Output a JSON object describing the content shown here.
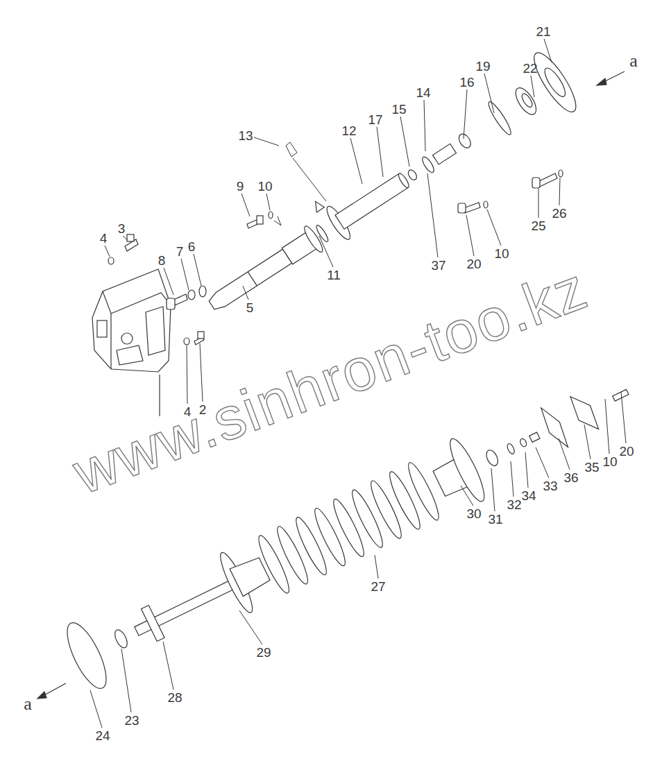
{
  "diagram": {
    "labels": [
      "21",
      "a",
      "22",
      "19",
      "16",
      "14",
      "15",
      "17",
      "12",
      "13",
      "9",
      "10",
      "25",
      "26",
      "20",
      "10",
      "37",
      "11",
      "4",
      "3",
      "8",
      "7",
      "6",
      "5",
      "4",
      "2",
      "www.sinhron-too.kz",
      "30",
      "31",
      "32",
      "34",
      "33",
      "36",
      "35",
      "10",
      "20",
      "27",
      "29",
      "28",
      "a",
      "23",
      "24"
    ]
  }
}
